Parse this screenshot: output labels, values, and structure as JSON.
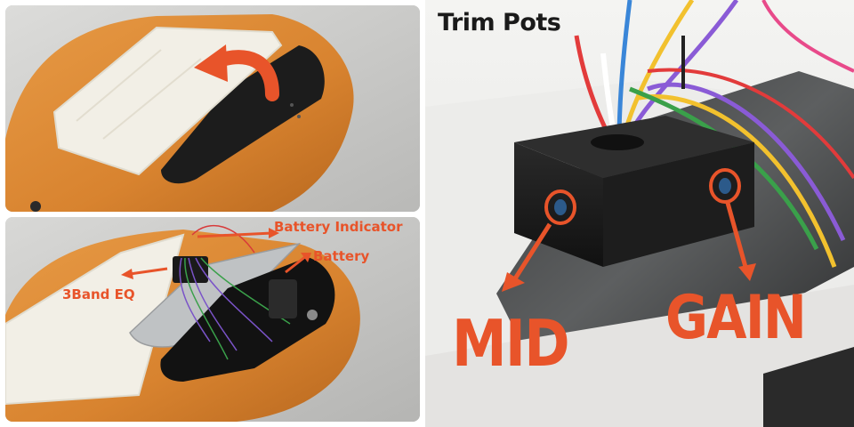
{
  "photo_title": "Trim Pots",
  "callouts": {
    "battery_indicator": "Battery Indicator",
    "battery": "Battery",
    "eq": "3Band EQ",
    "mid": "MID",
    "gain": "GAIN"
  },
  "colors": {
    "callout_orange": "#e8542a",
    "wood": "#d9893a",
    "pickguard": "#1c1c1c",
    "cloth": "#f2efe6"
  }
}
